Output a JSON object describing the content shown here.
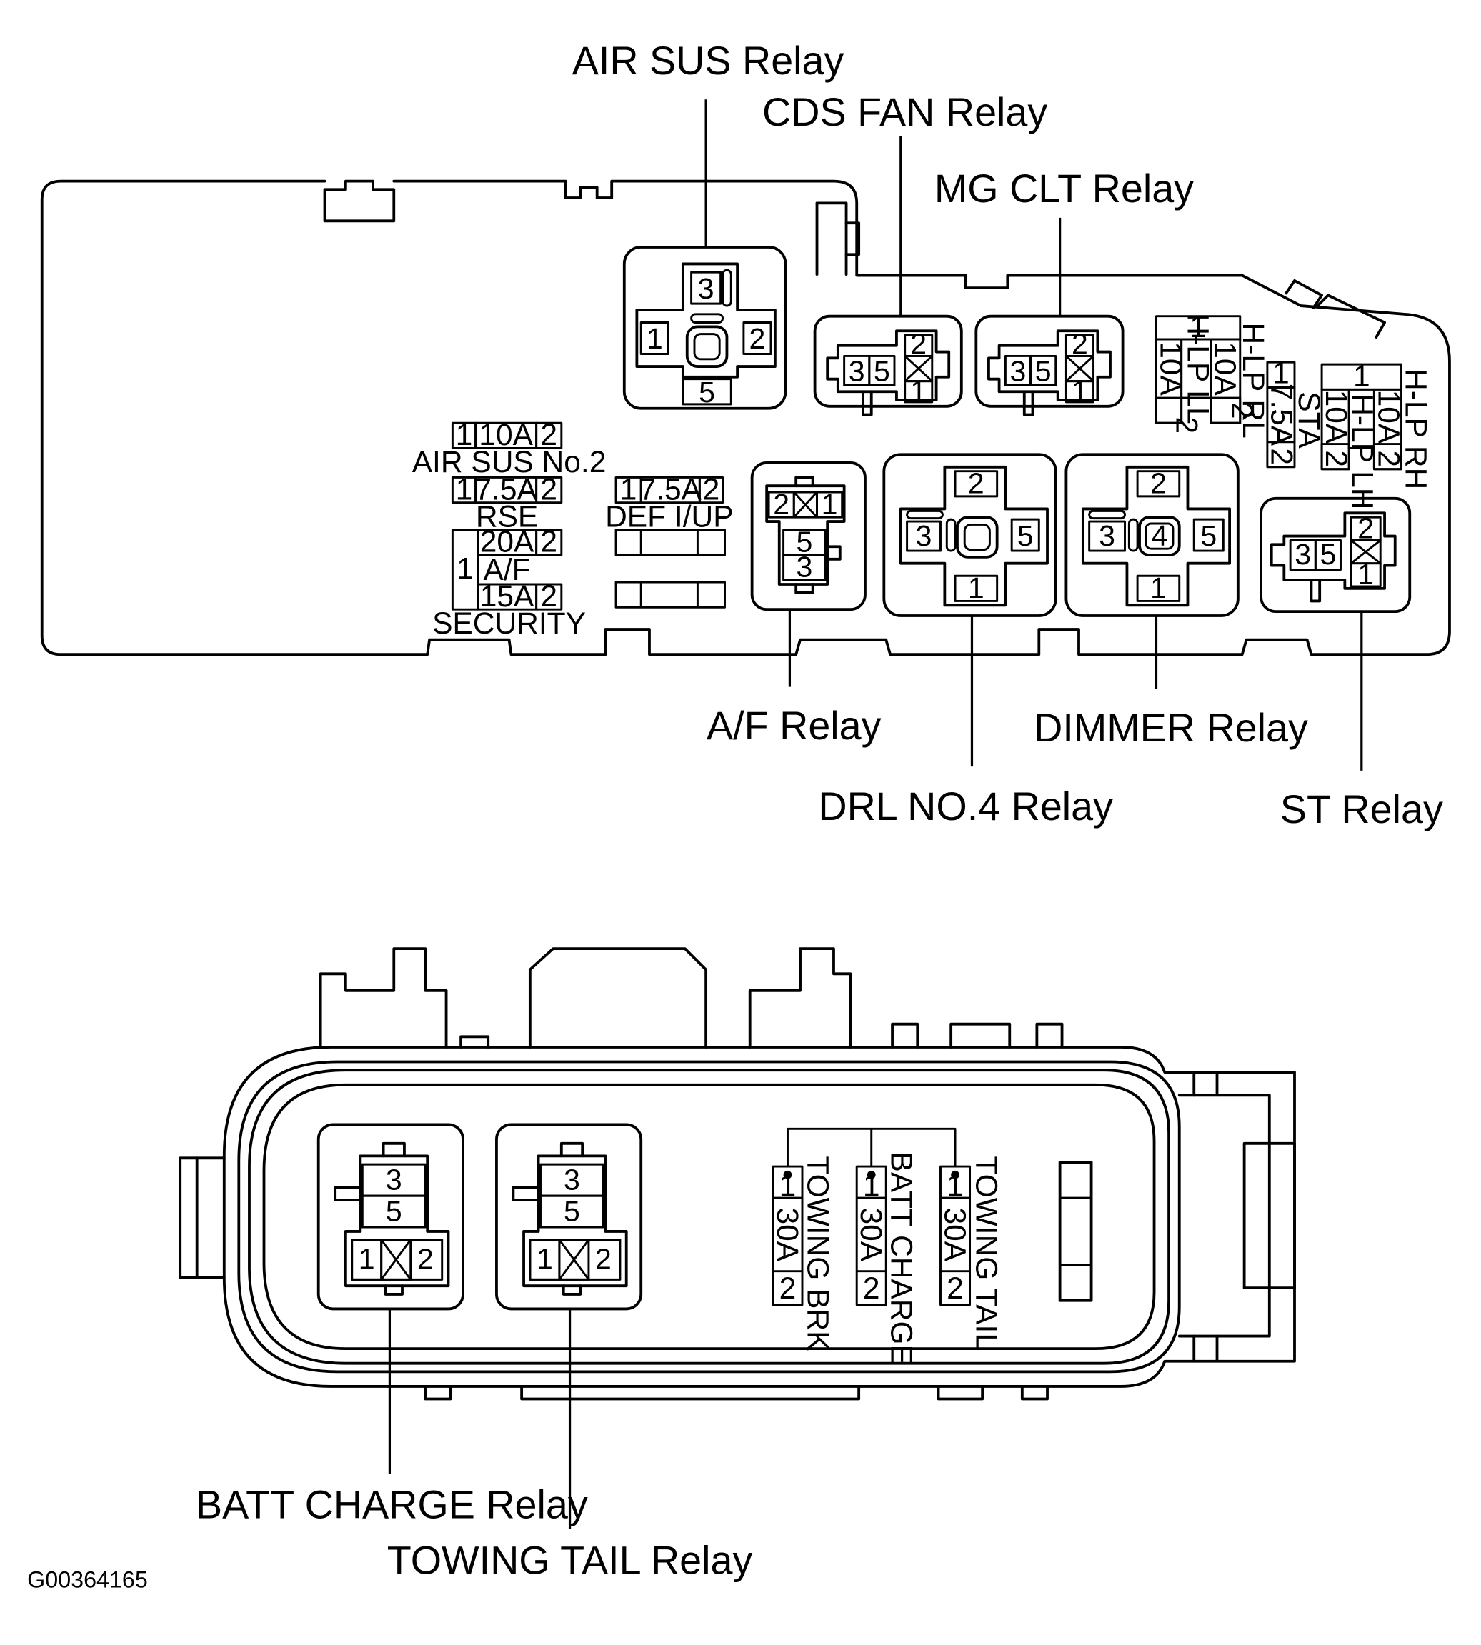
{
  "image_code": "G00364165",
  "upper_box": {
    "relays": {
      "air_sus": {
        "label": "AIR SUS Relay",
        "pins": [
          "3",
          "1",
          "2",
          "5"
        ]
      },
      "cds_fan": {
        "label": "CDS FAN Relay",
        "pins": [
          "3",
          "5",
          "2",
          "1"
        ]
      },
      "mg_clt": {
        "label": "MG CLT Relay",
        "pins": [
          "3",
          "5",
          "2",
          "1"
        ]
      },
      "af": {
        "label": "A/F Relay",
        "pins": [
          "2",
          "1",
          "5",
          "3"
        ]
      },
      "drl_no4": {
        "label": "DRL NO.4 Relay",
        "pins": [
          "2",
          "3",
          "5",
          "1"
        ]
      },
      "dimmer": {
        "label": "DIMMER Relay",
        "pins": [
          "2",
          "3",
          "4",
          "5",
          "1"
        ]
      },
      "st": {
        "label": "ST Relay",
        "pins": [
          "3",
          "5",
          "2",
          "1"
        ]
      }
    },
    "fuses": {
      "air_sus_no2": {
        "name": "AIR SUS No.2",
        "pin1": "1",
        "rating": "10A",
        "pin2": "2"
      },
      "rse": {
        "name": "RSE",
        "pin1": "1",
        "rating": "7.5A",
        "pin2": "2"
      },
      "def_iup": {
        "name": "DEF I/UP",
        "pin1": "1",
        "rating": "7.5A",
        "pin2": "2"
      },
      "af_security": {
        "common_pin": "1",
        "af_rating": "20A",
        "af_pin2": "2",
        "af_name": "A/F",
        "security_rating": "15A",
        "security_pin2": "2",
        "security_name": "SECURITY"
      },
      "hlp_rl_ll": {
        "common_pin": "1",
        "rl_name": "H-LP RL",
        "rl_rating": "10A",
        "rl_pin2": "2",
        "ll_name": "H-LP LL",
        "ll_rating": "10A",
        "ll_pin2": "2"
      },
      "sta": {
        "name": "STA",
        "pin1": "1",
        "rating": "7.5A",
        "pin2": "2"
      },
      "hlp_rh_lh": {
        "common_pin": "1",
        "rh_name": "H-LP RH",
        "rh_rating": "10A",
        "rh_pin2": "2",
        "lh_name": "H-LP LH",
        "lh_rating": "10A",
        "lh_pin2": "2"
      }
    }
  },
  "lower_box": {
    "relays": {
      "batt_charge": {
        "label": "BATT CHARGE Relay",
        "pins": [
          "3",
          "5",
          "1",
          "2"
        ]
      },
      "towing_tail": {
        "label": "TOWING TAIL Relay",
        "pins": [
          "3",
          "5",
          "1",
          "2"
        ]
      }
    },
    "fuses": {
      "towing_brk": {
        "name": "TOWING BRK",
        "pin1": "1",
        "rating": "30A",
        "pin2": "2"
      },
      "batt_charge": {
        "name": "BATT CHARGE",
        "pin1": "1",
        "rating": "30A",
        "pin2": "2"
      },
      "towing_tail": {
        "name": "TOWING TAIL",
        "pin1": "1",
        "rating": "30A",
        "pin2": "2"
      }
    }
  }
}
